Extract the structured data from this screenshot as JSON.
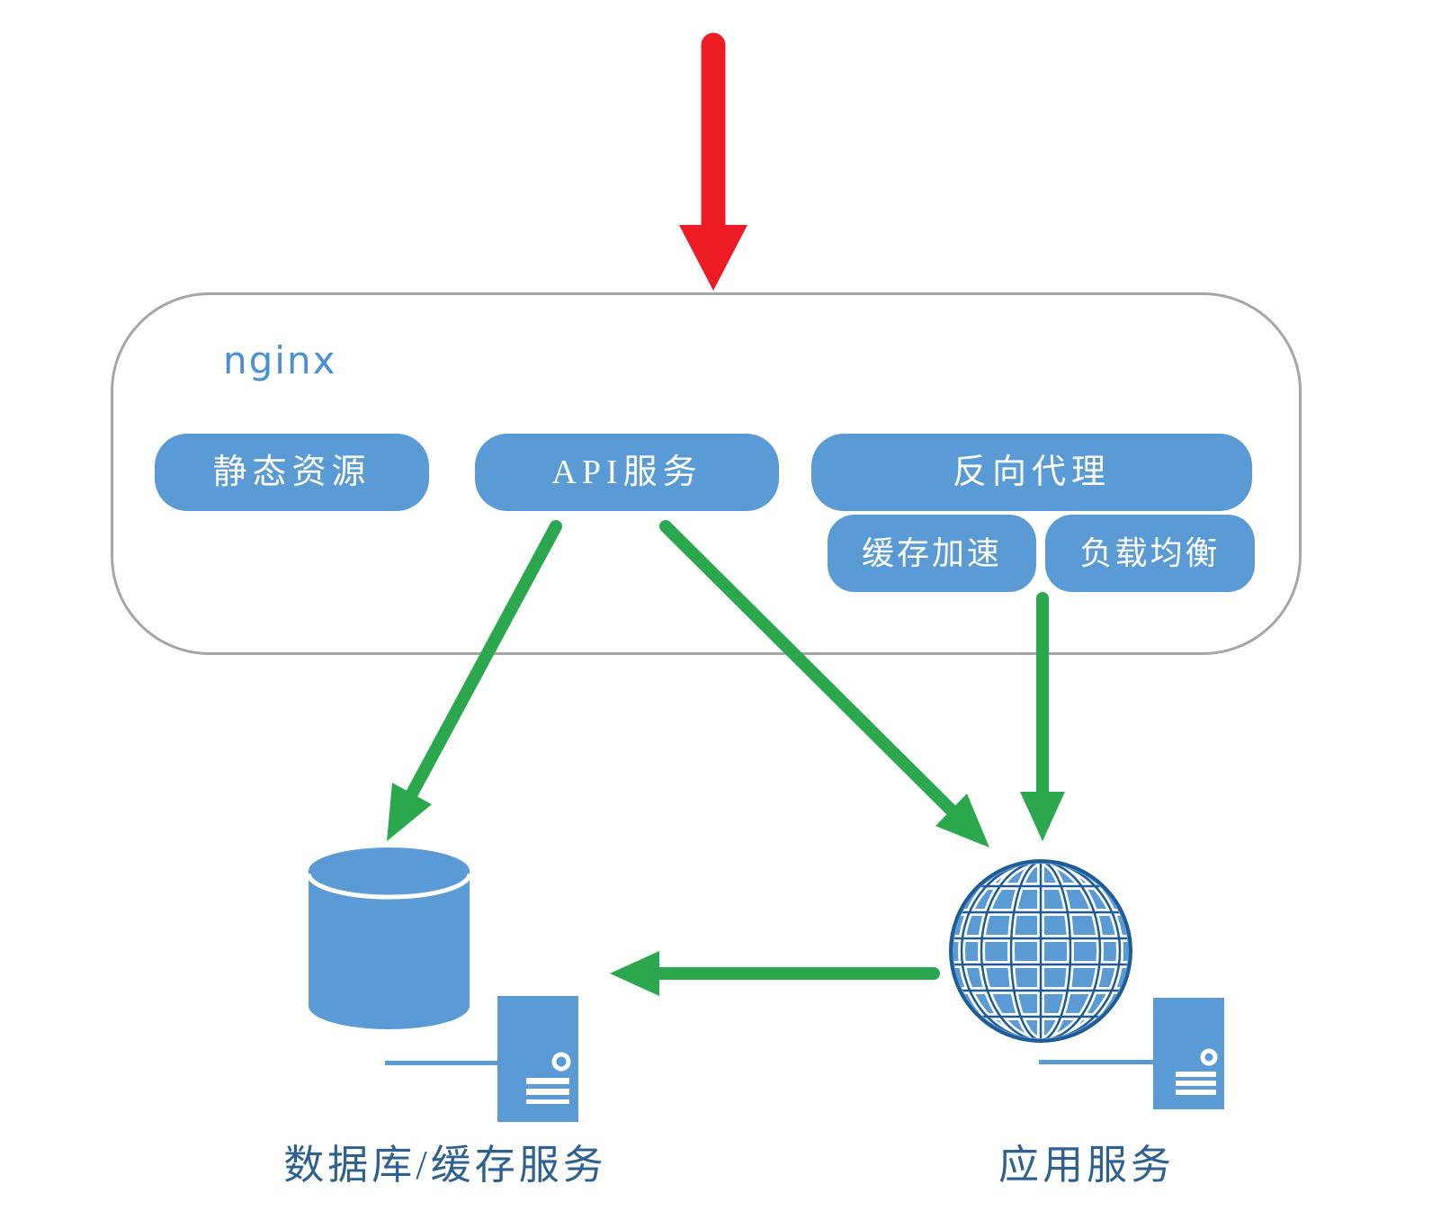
{
  "nginx_box": {
    "title": "nginx",
    "buttons": [
      {
        "label": "静态资源"
      },
      {
        "label": "API服务"
      },
      {
        "label": "反向代理"
      },
      {
        "label": "缓存加速"
      },
      {
        "label": "负载均衡"
      }
    ]
  },
  "nodes": {
    "database": {
      "label": "数据库/缓存服务"
    },
    "app_server": {
      "label": "应用服务"
    }
  },
  "icons": [
    "red-down-arrow-icon",
    "green-arrow-icon",
    "database-cylinder-icon",
    "server-tower-icon",
    "globe-icon"
  ],
  "colors": {
    "primary_blue": "#5b9bd5",
    "nginx_label_blue": "#4a90d5",
    "node_label_blue": "#2e618f",
    "globe_line_blue": "#1f5c97",
    "arrow_green": "#2ba84d",
    "arrow_red": "#ed1b23",
    "container_border_gray": "#a6a6a6"
  }
}
